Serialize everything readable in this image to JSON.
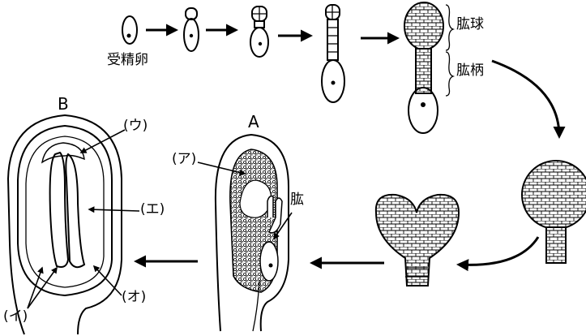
{
  "labels": {
    "zygote": "受精卵",
    "embryo_proper": "肱球",
    "suspensor": "肱柄",
    "panel_a": "A",
    "panel_b": "B",
    "label_a": "(ア)",
    "label_i": "(イ)",
    "label_u": "(ウ)",
    "label_e": "(エ)",
    "label_o": "(オ)",
    "embryo": "肱"
  }
}
